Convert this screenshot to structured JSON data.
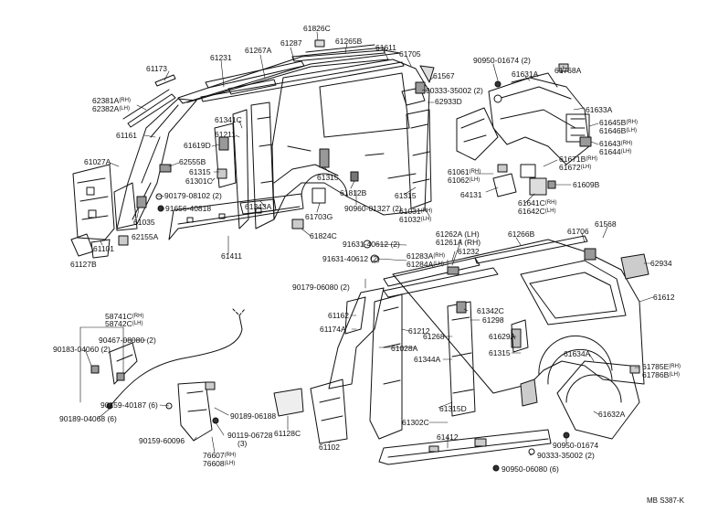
{
  "diagram": {
    "reference": "MB S387-K",
    "labels": [
      {
        "id": "l1",
        "text": "61826C"
      },
      {
        "id": "l2",
        "text": "61267A"
      },
      {
        "id": "l3",
        "text": "61287"
      },
      {
        "id": "l4",
        "text": "61265B"
      },
      {
        "id": "l5",
        "text": "61611"
      },
      {
        "id": "l6",
        "text": "61705"
      },
      {
        "id": "l7",
        "text": "61231"
      },
      {
        "id": "l8",
        "text": "61173"
      },
      {
        "id": "l9",
        "text": "62381A",
        "sfx": "(RH)"
      },
      {
        "id": "l10",
        "text": "62382A",
        "sfx": "(LH)"
      },
      {
        "id": "l11",
        "text": "61341C"
      },
      {
        "id": "l12",
        "text": "61161"
      },
      {
        "id": "l13",
        "text": "61211"
      },
      {
        "id": "l14",
        "text": "61619D"
      },
      {
        "id": "l15",
        "text": "61027A"
      },
      {
        "id": "l16",
        "text": "62555B"
      },
      {
        "id": "l17",
        "text": "61315"
      },
      {
        "id": "l18",
        "text": "61301C"
      },
      {
        "id": "l19",
        "text": "90179-08102 (2)"
      },
      {
        "id": "l20",
        "text": "91656-40818"
      },
      {
        "id": "l21",
        "text": "61035"
      },
      {
        "id": "l22",
        "text": "62155A"
      },
      {
        "id": "l23",
        "text": "61101"
      },
      {
        "id": "l24",
        "text": "61127B"
      },
      {
        "id": "l25",
        "text": "61343A"
      },
      {
        "id": "l26",
        "text": "61411"
      },
      {
        "id": "l27",
        "text": "61315"
      },
      {
        "id": "l28",
        "text": "61812B"
      },
      {
        "id": "l29",
        "text": "61703G"
      },
      {
        "id": "l30",
        "text": "90960-01327 (2)"
      },
      {
        "id": "l31",
        "text": "61824C"
      },
      {
        "id": "l32",
        "text": "61567"
      },
      {
        "id": "l33",
        "text": "90333-35002 (2)"
      },
      {
        "id": "l34",
        "text": "62933D"
      },
      {
        "id": "l35",
        "text": "90950-01674 (2)"
      },
      {
        "id": "l36",
        "text": "61631A"
      },
      {
        "id": "l37",
        "text": "61768A"
      },
      {
        "id": "l38",
        "text": "61633A"
      },
      {
        "id": "l39",
        "text": "61645B",
        "sfx": "(RH)"
      },
      {
        "id": "l40",
        "text": "61646B",
        "sfx": "(LH)"
      },
      {
        "id": "l41",
        "text": "61643",
        "sfx": "(RH)"
      },
      {
        "id": "l42",
        "text": "61644",
        "sfx": "(LH)"
      },
      {
        "id": "l43",
        "text": "61671B",
        "sfx": "(RH)"
      },
      {
        "id": "l44",
        "text": "61672",
        "sfx": "(LH)"
      },
      {
        "id": "l45",
        "text": "61061",
        "sfx": "(RH)"
      },
      {
        "id": "l46",
        "text": "61062",
        "sfx": "(LH)"
      },
      {
        "id": "l47",
        "text": "64131"
      },
      {
        "id": "l48",
        "text": "61609B"
      },
      {
        "id": "l49",
        "text": "61641C",
        "sfx": "(RH)"
      },
      {
        "id": "l50",
        "text": "61642C",
        "sfx": "(LH)"
      },
      {
        "id": "l51",
        "text": "61315"
      },
      {
        "id": "l52",
        "text": "61031",
        "sfx": "(RH)"
      },
      {
        "id": "l53",
        "text": "61032",
        "sfx": "(LH)"
      },
      {
        "id": "l54",
        "text": "61262A (LH)"
      },
      {
        "id": "l55",
        "text": "61261A (RH)"
      },
      {
        "id": "l56",
        "text": "61266B"
      },
      {
        "id": "l57",
        "text": "61706"
      },
      {
        "id": "l58",
        "text": "61568"
      },
      {
        "id": "l59",
        "text": "91631-40612 (2)"
      },
      {
        "id": "l60",
        "text": "61232"
      },
      {
        "id": "l61",
        "text": "61283A",
        "sfx": "(RH)"
      },
      {
        "id": "l62",
        "text": "61284A",
        "sfx": "(LH)"
      },
      {
        "id": "l63",
        "text": "91631-40612 (2)"
      },
      {
        "id": "l64",
        "text": "62934"
      },
      {
        "id": "l65",
        "text": "90179-06080 (2)"
      },
      {
        "id": "l66",
        "text": "61612"
      },
      {
        "id": "l67",
        "text": "61162"
      },
      {
        "id": "l68",
        "text": "61342C"
      },
      {
        "id": "l69",
        "text": "61298"
      },
      {
        "id": "l70",
        "text": "61174A"
      },
      {
        "id": "l71",
        "text": "61212"
      },
      {
        "id": "l72",
        "text": "61268"
      },
      {
        "id": "l73",
        "text": "61629A"
      },
      {
        "id": "l74",
        "text": "61028A"
      },
      {
        "id": "l75",
        "text": "61315"
      },
      {
        "id": "l76",
        "text": "61344A"
      },
      {
        "id": "l77",
        "text": "61634A"
      },
      {
        "id": "l78",
        "text": "61785E",
        "sfx": "(RH)"
      },
      {
        "id": "l79",
        "text": "61786B",
        "sfx": "(LH)"
      },
      {
        "id": "l80",
        "text": "61315D"
      },
      {
        "id": "l81",
        "text": "61302C"
      },
      {
        "id": "l82",
        "text": "61632A"
      },
      {
        "id": "l83",
        "text": "90950-01674"
      },
      {
        "id": "l84",
        "text": "61412"
      },
      {
        "id": "l85",
        "text": "90333-35002 (2)"
      },
      {
        "id": "l86",
        "text": "90950-06080 (6)"
      },
      {
        "id": "l87",
        "text": "61102"
      },
      {
        "id": "l88",
        "text": "61128C"
      },
      {
        "id": "l89",
        "text": "58741C",
        "sfx": "(RH)"
      },
      {
        "id": "l90",
        "text": "58742C",
        "sfx": "(LH)"
      },
      {
        "id": "l91",
        "text": "90467-08080 (2)"
      },
      {
        "id": "l92",
        "text": "90183-04060 (2)"
      },
      {
        "id": "l93",
        "text": "90159-40187 (6)"
      },
      {
        "id": "l94",
        "text": "90189-04068 (6)"
      },
      {
        "id": "l95",
        "text": "90189-06188"
      },
      {
        "id": "l96",
        "text": "90119-06728"
      },
      {
        "id": "l97",
        "text": "(3)"
      },
      {
        "id": "l98",
        "text": "90159-60096"
      },
      {
        "id": "l99",
        "text": "76607",
        "sfx": "(RH)"
      },
      {
        "id": "l100",
        "text": "76608",
        "sfx": "(LH)"
      }
    ]
  }
}
